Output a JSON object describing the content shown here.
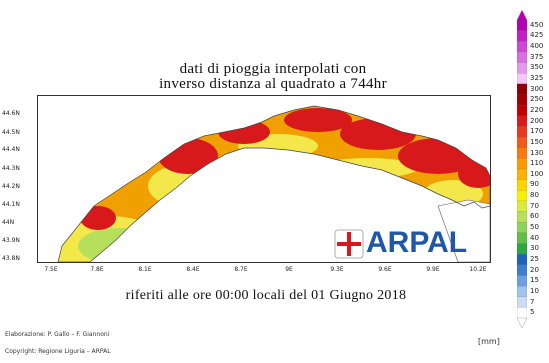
{
  "title": {
    "line1": "dati di pioggia interpolati con",
    "line2": "inverso distanza al quadrato a 744hr"
  },
  "map": {
    "y_ticks": [
      "44.6N",
      "44.5N",
      "44.4N",
      "44.3N",
      "44.2N",
      "44.1N",
      "44N",
      "43.9N",
      "43.8N"
    ],
    "x_ticks": [
      "7.5E",
      "7.8E",
      "8.1E",
      "8.4E",
      "8.7E",
      "9E",
      "9.3E",
      "9.6E",
      "9.9E",
      "10.2E"
    ],
    "land_colors": {
      "high": "#d7191c",
      "mid": "#f0a000",
      "low": "#f3e74a",
      "lowest": "#49b34a"
    }
  },
  "logo": {
    "text": "ARPAL",
    "color": "#1f58a8"
  },
  "subtitle": "riferiti alle ore 00:00 locali del 01 Giugno 2018",
  "credits": {
    "line1": "Elaborazione: P. Gallo – F. Giannoni",
    "line2": "Copyright: Regione Liguria – ARPAL"
  },
  "unit_label": "[mm]",
  "colorbar": {
    "labels": [
      "450",
      "425",
      "400",
      "375",
      "350",
      "325",
      "300",
      "250",
      "220",
      "200",
      "170",
      "150",
      "130",
      "110",
      "100",
      "90",
      "80",
      "70",
      "60",
      "50",
      "40",
      "30",
      "25",
      "20",
      "15",
      "10",
      "7",
      "5"
    ],
    "colors": [
      "#b300b3",
      "#c31fc7",
      "#cf45d6",
      "#d86ee0",
      "#e29ae9",
      "#f2c8f4",
      "#8b0000",
      "#a50000",
      "#c00000",
      "#d81b1b",
      "#e83a20",
      "#f05a1c",
      "#f97a14",
      "#ff9900",
      "#ffb300",
      "#ffd400",
      "#f8f200",
      "#d8ed3a",
      "#b6e05c",
      "#8fd35a",
      "#5fbf4a",
      "#2ea640",
      "#1e63b8",
      "#3c7ed0",
      "#6c9fe0",
      "#9fc2ee",
      "#cadcf6",
      "#ffffff"
    ]
  }
}
